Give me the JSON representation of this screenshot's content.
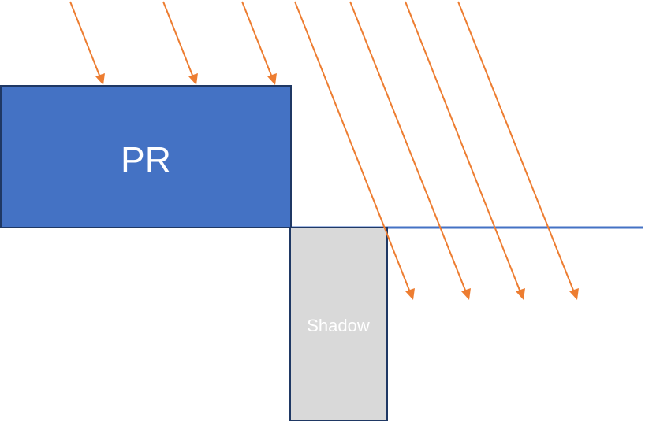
{
  "diagram": {
    "block_label": "PR",
    "shadow_label": "Shadow"
  },
  "colors": {
    "block_fill": "#4472C4",
    "block_stroke": "#1F3864",
    "surface_line": "#4472C4",
    "shadow_fill": "#D9D9D9",
    "shadow_stroke": "#1F3864",
    "ray": "#ED7D31"
  },
  "counts": {
    "rays_blocked": 3,
    "rays_passing": 4
  }
}
